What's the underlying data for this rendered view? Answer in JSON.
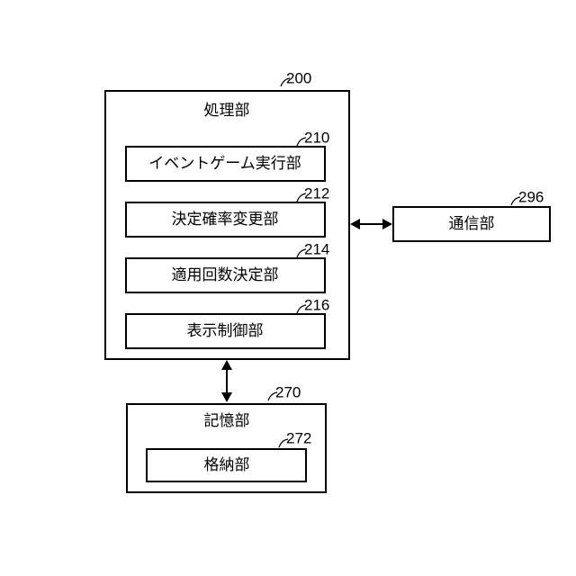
{
  "processing_unit": {
    "label": "処理部",
    "ref": "200",
    "modules": [
      {
        "label": "イベントゲーム実行部",
        "ref": "210"
      },
      {
        "label": "決定確率変更部",
        "ref": "212"
      },
      {
        "label": "適用回数決定部",
        "ref": "214"
      },
      {
        "label": "表示制御部",
        "ref": "216"
      }
    ]
  },
  "communication_unit": {
    "label": "通信部",
    "ref": "296"
  },
  "storage_unit": {
    "label": "記憶部",
    "ref": "270",
    "sub": {
      "label": "格納部",
      "ref": "272"
    }
  }
}
